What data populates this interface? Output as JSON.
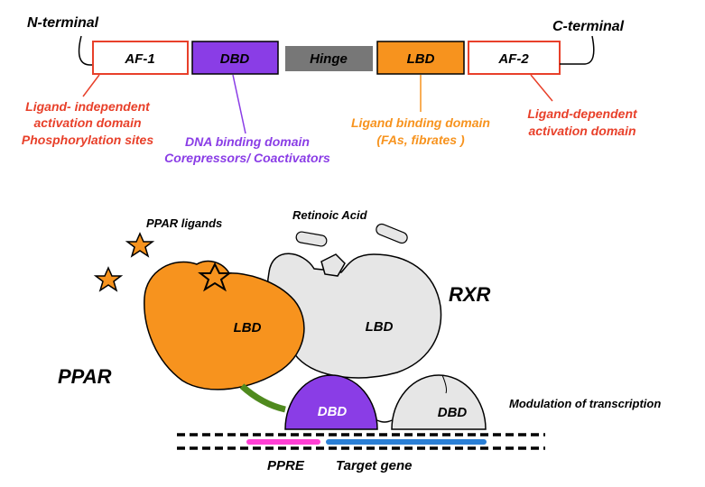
{
  "domains": {
    "n_terminal": "N-terminal",
    "c_terminal": "C-terminal",
    "af1": "AF-1",
    "dbd": "DBD",
    "hinge": "Hinge",
    "lbd": "LBD",
    "af2": "AF-2"
  },
  "annotations": {
    "af1_line1": "Ligand- independent",
    "af1_line2": "activation  domain",
    "af1_line3": "Phosphorylation sites",
    "dbd_line1": "DNA binding domain",
    "dbd_line2": "Corepressors/ Coactivators",
    "lbd_line1": "Ligand binding domain",
    "lbd_line2": "(FAs, fibrates )",
    "af2_line1": "Ligand-dependent",
    "af2_line2": "activation domain"
  },
  "complex": {
    "ppar_ligands": "PPAR ligands",
    "retinoic_acid": "Retinoic Acid",
    "rxr": "RXR",
    "ppar": "PPAR",
    "ppar_lbd": "LBD",
    "rxr_lbd": "LBD",
    "ppar_dbd": "DBD",
    "rxr_dbd": "DBD",
    "modulation": "Modulation of transcription",
    "ppre": "PPRE",
    "target_gene": "Target gene"
  },
  "colors": {
    "af_border": "#e8402a",
    "dbd_purple": "#8a3de6",
    "hinge_gray": "#777777",
    "lbd_orange": "#f7931e",
    "rxr_gray": "#e6e6e6",
    "ppre_pink": "#ff3fd4",
    "target_blue": "#2a7fd6",
    "hinge_green": "#4f8a1e"
  }
}
